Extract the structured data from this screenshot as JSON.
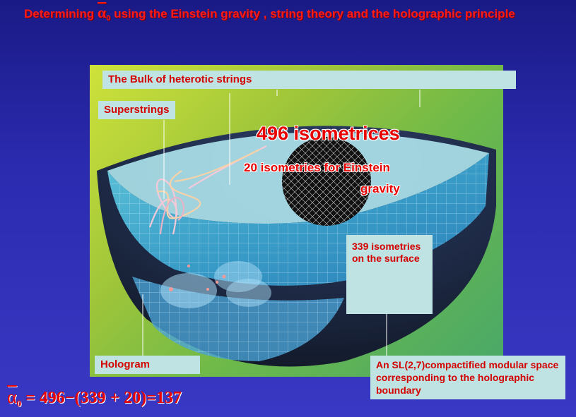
{
  "title": {
    "prefix": "Determining",
    "alpha_symbol": "α",
    "alpha_sub": "0",
    "suffix": "using the Einstein gravity , string theory and the holographic principle"
  },
  "labels": {
    "bulk": "The Bulk of heterotic strings",
    "superstrings": "Superstrings",
    "isometries_496": "496 isometrices",
    "einstein_line1": "20 isometries for Einstein",
    "einstein_line2": "gravity",
    "surface": "339 isometries on the surface",
    "hologram": "Hologram",
    "boundary": "An SL(2,7)compactified modular space corresponding to the holographic boundary"
  },
  "formula": {
    "symbol": "α",
    "sub": "0",
    "expression": "= 496−(339 + 20)=137"
  },
  "colors": {
    "background": "#2b2bb0",
    "title_red": "#ff1a1a",
    "label_box": "#bfe3e3"
  }
}
